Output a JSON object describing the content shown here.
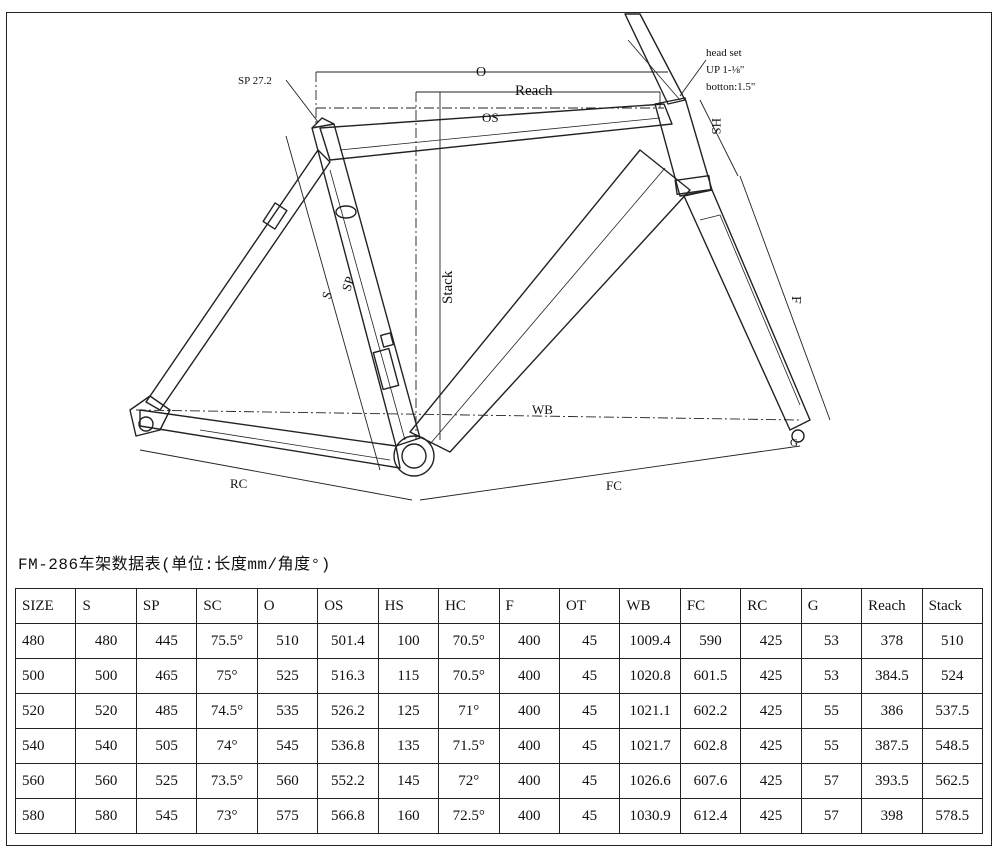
{
  "drawing": {
    "labels": {
      "seatpost": "SP 27.2",
      "headset_line1": "head set",
      "headset_line2": "UP 1-⅛\"",
      "headset_line3": "botton:1.5\"",
      "o": "O",
      "reach": "Reach",
      "os": "OS",
      "hs": "HS",
      "stack": "Stack",
      "s": "S",
      "sp": "SP",
      "f": "F",
      "wb": "WB",
      "rc": "RC",
      "fc": "FC",
      "g": "G"
    }
  },
  "caption": "FM-286车架数据表(单位:长度mm/角度°)",
  "table": {
    "headers": [
      "SIZE",
      "S",
      "SP",
      "SC",
      "O",
      "OS",
      "HS",
      "HC",
      "F",
      "OT",
      "WB",
      "FC",
      "RC",
      "G",
      "Reach",
      "Stack"
    ],
    "rows": [
      [
        "480",
        "480",
        "445",
        "75.5°",
        "510",
        "501.4",
        "100",
        "70.5°",
        "400",
        "45",
        "1009.4",
        "590",
        "425",
        "53",
        "378",
        "510"
      ],
      [
        "500",
        "500",
        "465",
        "75°",
        "525",
        "516.3",
        "115",
        "70.5°",
        "400",
        "45",
        "1020.8",
        "601.5",
        "425",
        "53",
        "384.5",
        "524"
      ],
      [
        "520",
        "520",
        "485",
        "74.5°",
        "535",
        "526.2",
        "125",
        "71°",
        "400",
        "45",
        "1021.1",
        "602.2",
        "425",
        "55",
        "386",
        "537.5"
      ],
      [
        "540",
        "540",
        "505",
        "74°",
        "545",
        "536.8",
        "135",
        "71.5°",
        "400",
        "45",
        "1021.7",
        "602.8",
        "425",
        "55",
        "387.5",
        "548.5"
      ],
      [
        "560",
        "560",
        "525",
        "73.5°",
        "560",
        "552.2",
        "145",
        "72°",
        "400",
        "45",
        "1026.6",
        "607.6",
        "425",
        "57",
        "393.5",
        "562.5"
      ],
      [
        "580",
        "580",
        "545",
        "73°",
        "575",
        "566.8",
        "160",
        "72.5°",
        "400",
        "45",
        "1030.9",
        "612.4",
        "425",
        "57",
        "398",
        "578.5"
      ]
    ]
  }
}
